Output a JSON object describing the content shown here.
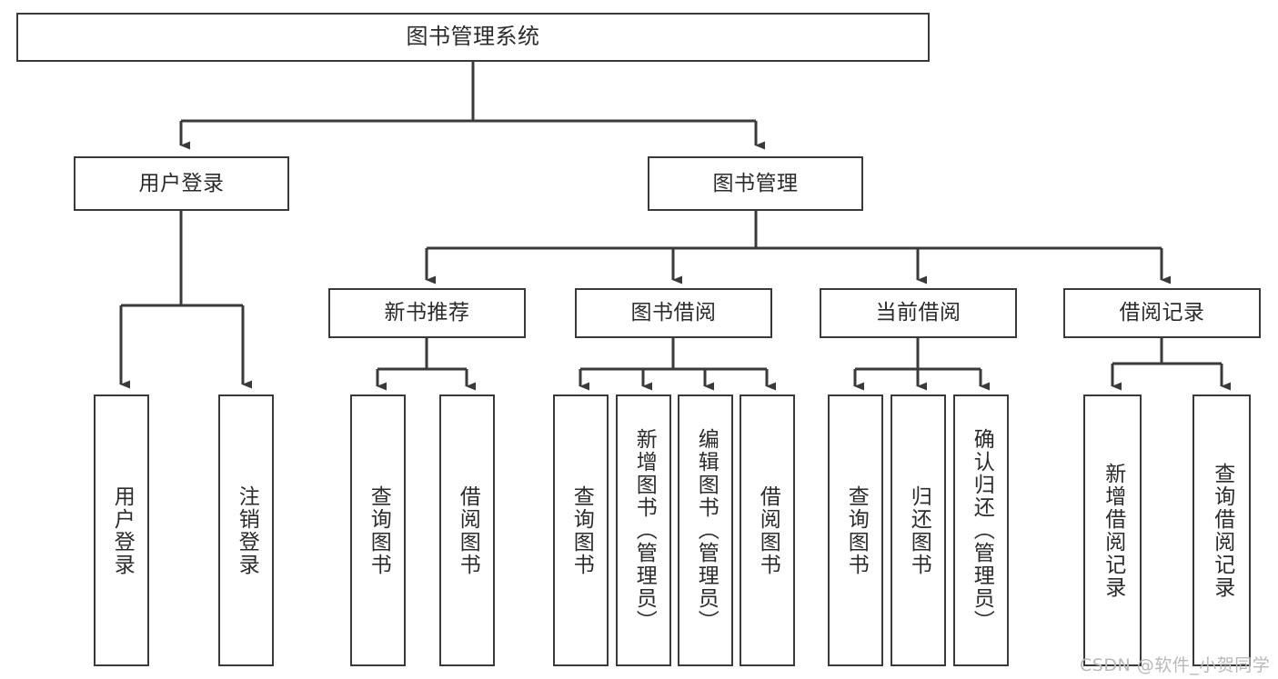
{
  "diagram": {
    "title": "图书管理系统",
    "type": "tree-hierarchy-diagram",
    "colors": {
      "line": "#3a3a3a",
      "box_border": "#3a3a3a",
      "box_fill": "#ffffff",
      "text": "#2b2b2b",
      "background": "#ffffff",
      "watermark": "#b9b9b9"
    },
    "root": {
      "label": "图书管理系统"
    },
    "level2": [
      {
        "label": "用户登录"
      },
      {
        "label": "图书管理"
      }
    ],
    "level3": [
      {
        "label": "新书推荐"
      },
      {
        "label": "图书借阅"
      },
      {
        "label": "当前借阅"
      },
      {
        "label": "借阅记录"
      }
    ],
    "leaves": {
      "user_login": [
        {
          "label": "用户登录"
        },
        {
          "label": "注销登录"
        }
      ],
      "new_book_recommend": [
        {
          "label": "查询图书"
        },
        {
          "label": "借阅图书"
        }
      ],
      "book_borrow": [
        {
          "label": "查询图书"
        },
        {
          "label": "新增图书（管理员）"
        },
        {
          "label": "编辑图书（管理员）"
        },
        {
          "label": "借阅图书"
        }
      ],
      "current_borrow": [
        {
          "label": "查询图书"
        },
        {
          "label": "归还图书"
        },
        {
          "label": "确认归还（管理员）"
        }
      ],
      "borrow_record": [
        {
          "label": "新增借阅记录"
        },
        {
          "label": "查询借阅记录"
        }
      ]
    },
    "watermark": "CSDN @软件_小贺同学"
  }
}
